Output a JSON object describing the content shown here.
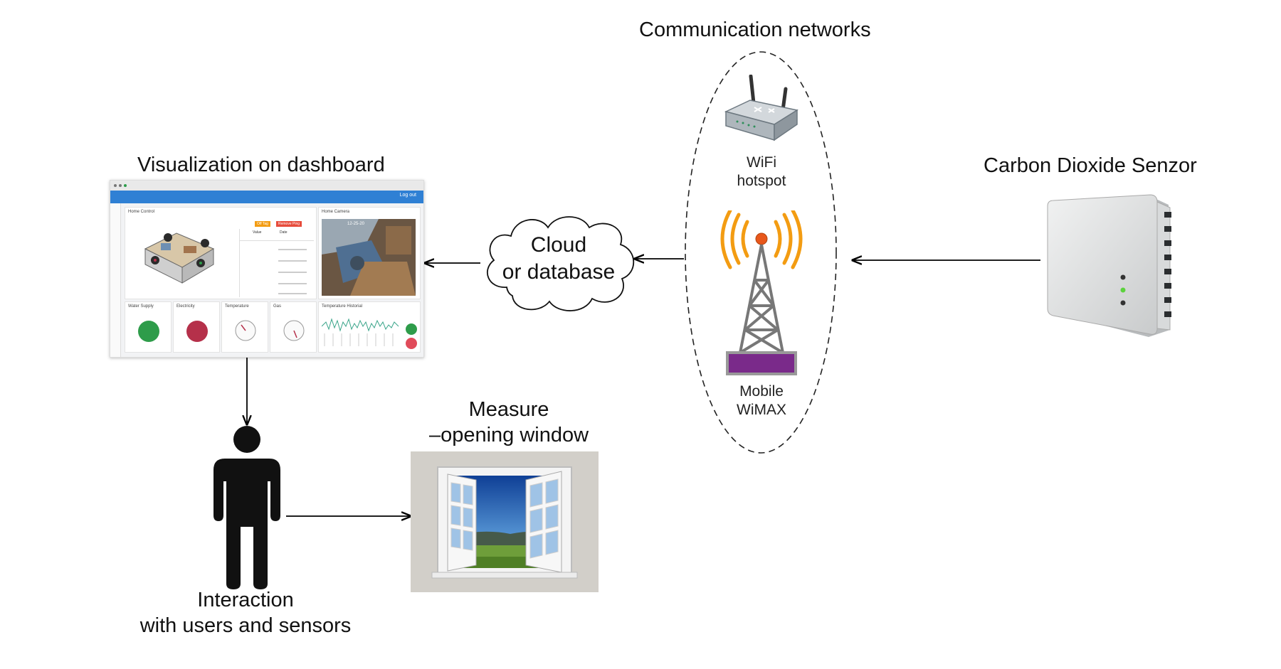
{
  "labels": {
    "communication_networks": "Communication networks",
    "wifi_hotspot_line1": "WiFi",
    "wifi_hotspot_line2": "hotspot",
    "mobile_line1": "Mobile",
    "mobile_line2": "WiMAX",
    "cloud_line1": "Cloud",
    "cloud_line2": "or database",
    "sensor_title": "Carbon Dioxide Senzor",
    "dashboard_title": "Visualization on dashboard",
    "measure_line1": "Measure",
    "measure_line2": "–opening window",
    "interaction_line1": "Interaction",
    "interaction_line2": "with users and sensors"
  },
  "dashboard": {
    "logout": "Log out",
    "home_control": "Home Control",
    "home_camera": "Home Camera",
    "camera_timestamp": "12-25-20",
    "water_supply": "Water Supply",
    "electricity": "Electricity",
    "temperature": "Temperature",
    "gas": "Gas",
    "temperature_historial": "Temperature Historial",
    "table_headers": [
      "Value",
      "Date"
    ],
    "btn_tag1": "Off Tag",
    "btn_tag2": "Remove Ping"
  },
  "colors": {
    "arrow": "#000000",
    "dashboard_blue": "#2f80d4",
    "status_green": "#2e9c4a",
    "status_red": "#b5304a",
    "signal_orange": "#f39c12",
    "tower_base_purple": "#7a2a8a",
    "wave_green": "#3aa58a"
  }
}
